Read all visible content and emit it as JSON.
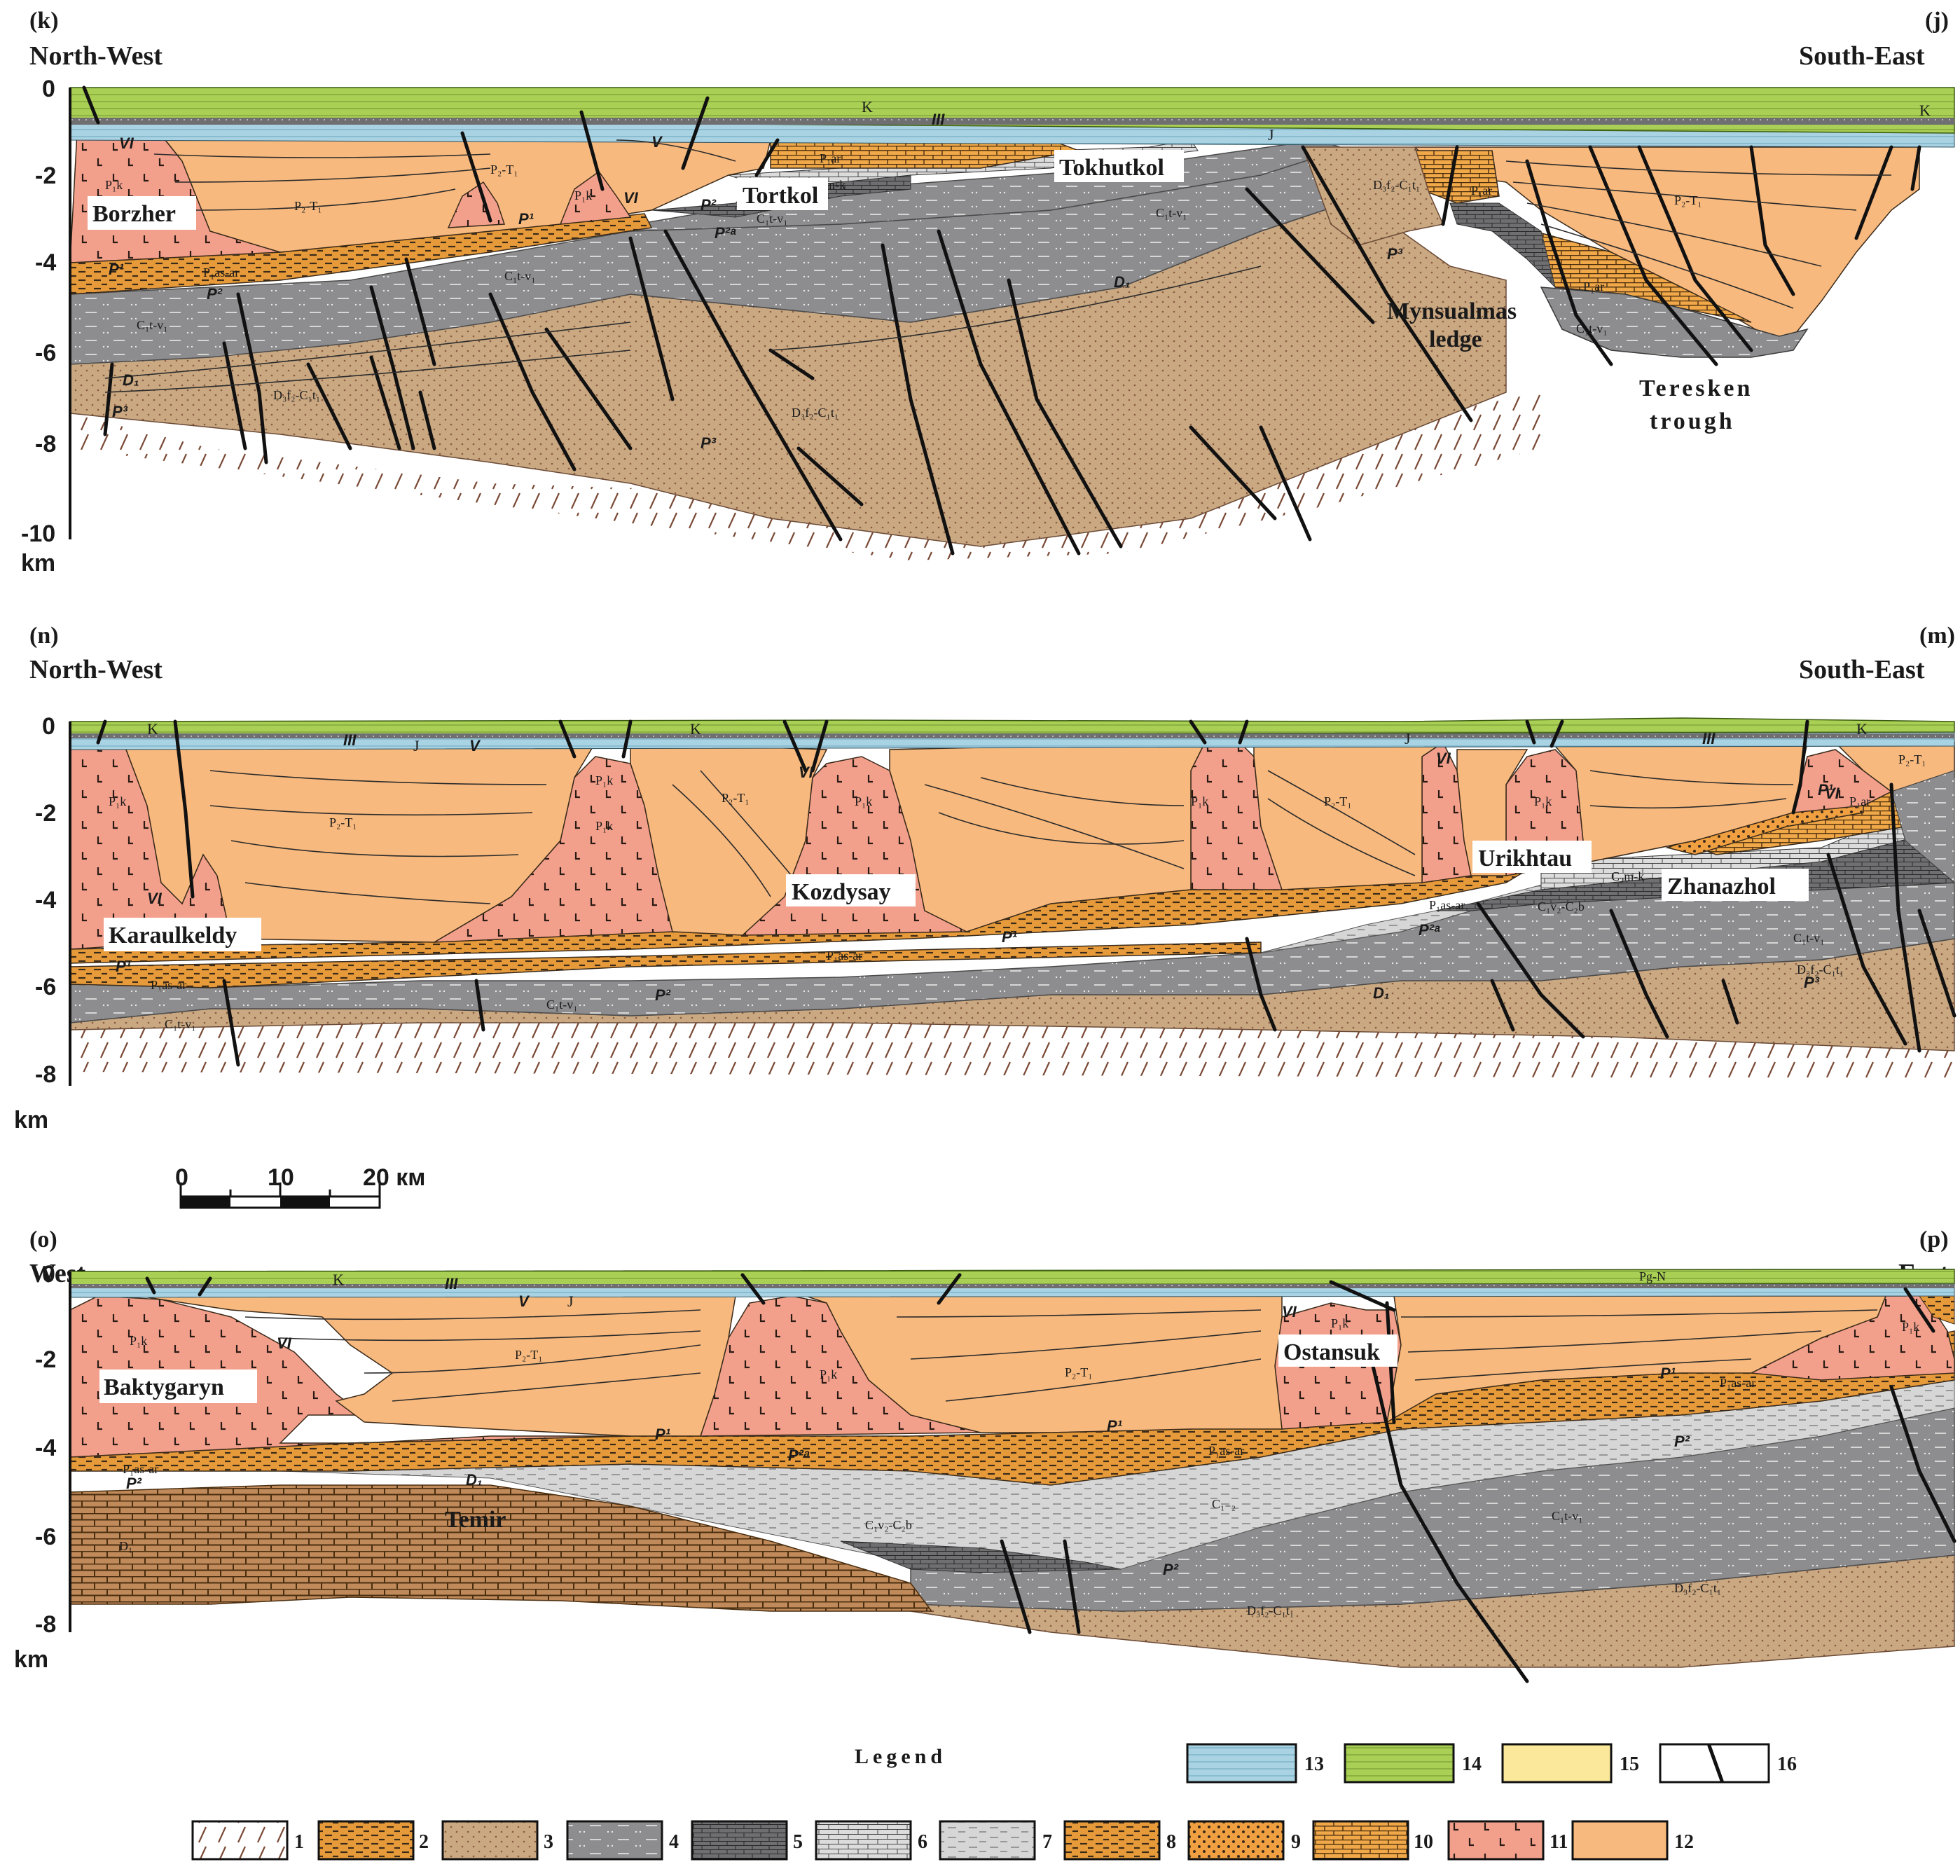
{
  "colors": {
    "basement_hatch": "#7a4a36",
    "brown_sand": "#c9a882",
    "dark_gray": "#8d8d8f",
    "darker_gray": "#6f6f72",
    "light_gray": "#d6d6d6",
    "orange_shale": "#e69a3a",
    "orange_limestone": "#f0a848",
    "pink_salt": "#f2a08c",
    "peach": "#f7b97e",
    "light_blue": "#a9d3e3",
    "green": "#a9cf54",
    "yellow": "#fbe89a"
  },
  "scale_bar": {
    "labels": [
      "0",
      "10",
      "20 км"
    ]
  },
  "sections": [
    {
      "id": "kj",
      "left_letter": "(k)",
      "left_dir": "North-West",
      "right_letter": "(j)",
      "right_dir": "South-East",
      "ticks": [
        "0",
        "-2",
        "-4",
        "-6",
        "-8",
        "-10"
      ],
      "unit": "km",
      "names": [
        "Borzher",
        "Tortkol",
        "Tokhutkol",
        "Mynsualmas",
        "ledge",
        "Teresken",
        "trough"
      ],
      "labels": [
        "K",
        "III",
        "J",
        "V",
        "VI",
        "VI",
        "P₁k",
        "P₂-T₁",
        "P₂-T₁",
        "P₁k",
        "P₁ar",
        "C₂m-k",
        "C₁t-v₁",
        "C₁t-v₁",
        "C₁t-v₁",
        "C₁t-v₁",
        "P₁as-ar",
        "D₃f₂-C₁t₁",
        "D₃f₂-C₁t₁",
        "D₃f₂-C₁t₁",
        "D₁",
        "D₁",
        "P¹",
        "P²",
        "P³",
        "P¹",
        "P²",
        "P²ᵃ",
        "P₁ar",
        "P₂-T₁",
        "P₁ar",
        "C₁t-v₁",
        "K",
        "P³",
        "P³"
      ]
    },
    {
      "id": "nm",
      "left_letter": "(n)",
      "left_dir": "North-West",
      "right_letter": "(m)",
      "right_dir": "South-East",
      "ticks": [
        "0",
        "-2",
        "-4",
        "-6",
        "-8"
      ],
      "unit": "km",
      "names": [
        "Karaulkeldy",
        "Kozdysay",
        "Urikhtau",
        "Zhanazhol"
      ],
      "labels": [
        "K",
        "III",
        "J",
        "V",
        "K",
        "J",
        "III",
        "K",
        "P₁k",
        "P₂-T₁",
        "P₁k",
        "P₂-T₁",
        "P₁k",
        "P₁k",
        "P₂-T₁",
        "P₁k",
        "P₁k",
        "P₂-T₁",
        "VI",
        "VI",
        "VI",
        "VI",
        "P₁as-ar",
        "P₁as-ar",
        "P₁as-ar",
        "C₁t-v₁",
        "C₁t-v₁",
        "C₁t-v₁",
        "P¹",
        "P¹",
        "P²",
        "D₁",
        "C₂m-k",
        "C₁v₂-C₂b",
        "P₁ar",
        "D₃f₂-C₁t₁",
        "P¹",
        "P²ᵃ",
        "P³"
      ]
    },
    {
      "id": "op",
      "left_letter": "(o)",
      "left_dir": "West",
      "right_letter": "(p)",
      "right_dir": "East",
      "ticks": [
        "0",
        "-2",
        "-4",
        "-6",
        "-8"
      ],
      "unit": "km",
      "names": [
        "Baktygaryn",
        "Ostansuk",
        "Temir"
      ],
      "labels": [
        "K",
        "III",
        "V",
        "J",
        "Pg-N",
        "P₁k",
        "P₂-T₁",
        "P₁k",
        "P₂-T₁",
        "P₁k",
        "P₁k",
        "VI",
        "VI",
        "P₁as-ar",
        "P₁as-ar",
        "P₁as-ar",
        "P¹",
        "P¹",
        "P¹",
        "P²ᵃ",
        "P²",
        "P²",
        "P²",
        "D₁",
        "D₁",
        "C₁v₂-C₂b",
        "C₁₋₂",
        "C₁t-v₁",
        "D₃f₂-C₁t₁",
        "D₃f₂-C₁t₁"
      ]
    }
  ],
  "legend": {
    "title": "Legend",
    "items": [
      {
        "num": "1",
        "pattern": "hatch"
      },
      {
        "num": "2",
        "pattern": "orange-dash"
      },
      {
        "num": "3",
        "pattern": "brown-dots"
      },
      {
        "num": "4",
        "pattern": "gray-dash"
      },
      {
        "num": "5",
        "pattern": "dark-brick"
      },
      {
        "num": "6",
        "pattern": "light-brick"
      },
      {
        "num": "7",
        "pattern": "light-dash"
      },
      {
        "num": "8",
        "pattern": "orange-thick-dash"
      },
      {
        "num": "9",
        "pattern": "orange-dots"
      },
      {
        "num": "10",
        "pattern": "orange-brick"
      },
      {
        "num": "11",
        "pattern": "salt"
      },
      {
        "num": "12",
        "pattern": "peach"
      },
      {
        "num": "13",
        "pattern": "blue"
      },
      {
        "num": "14",
        "pattern": "green"
      },
      {
        "num": "15",
        "pattern": "yellow"
      },
      {
        "num": "16",
        "pattern": "fault"
      }
    ]
  }
}
